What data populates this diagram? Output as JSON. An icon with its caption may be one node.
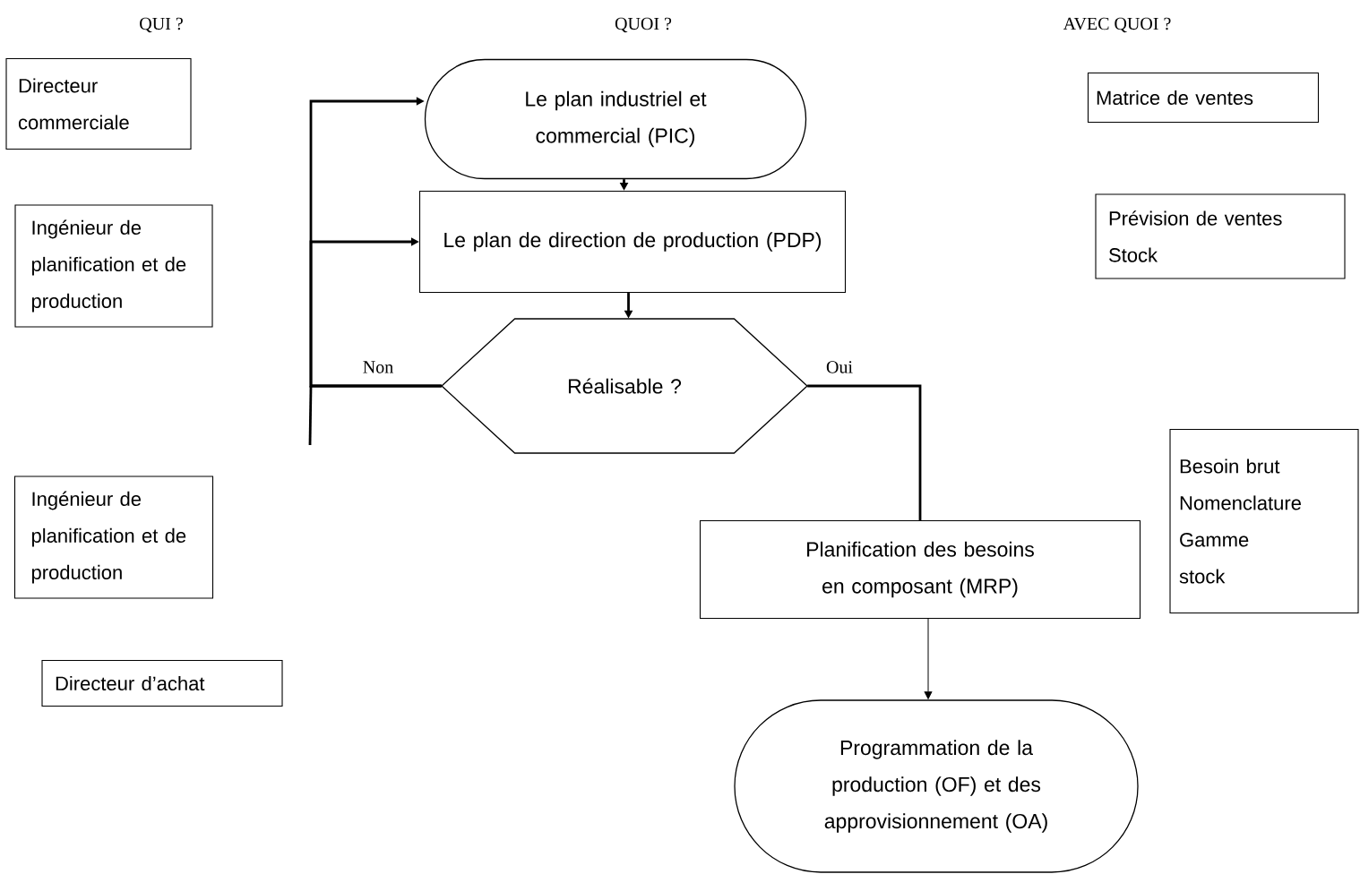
{
  "diagram": {
    "nodes": [
      {
        "text": [
          "Le plan industriel et commercial (PIC)"
        ]
      },
      {
        "text": [
          "Le plan de direction de production (PDP)"
        ]
      },
      {
        "text": [
          "Réalisable ?"
        ]
      },
      {
        "text": [
          "Planification des besoins en composant (MRP)"
        ]
      },
      {
        "text": [
          "Programmation de la production (OF) et des approvisionnement (OA)"
        ]
      },
      {
        "text": [
          "Directeur commerciale"
        ]
      },
      {
        "text": [
          "Ingénieur de planification et de production"
        ]
      },
      {
        "text": [
          "Ingénieur de planification et de production"
        ]
      },
      {
        "text": [
          "Directeur d’achat"
        ]
      },
      {
        "text": [
          "Matrice de ventes"
        ]
      },
      {
        "text": [
          "Prévision de ventes",
          "Stock"
        ]
      },
      {
        "text": [
          "Besoin brut",
          "Nomenclature",
          "Gamme",
          "stock"
        ]
      }
    ],
    "edges": [
      {
        "from": 0,
        "to": 1,
        "arrow": "to"
      },
      {
        "from": 1,
        "to": 2,
        "arrow": "to"
      },
      {
        "from": 2,
        "to": 0,
        "arrow": "to",
        "label": "Non"
      },
      {
        "from": 2,
        "to": 1,
        "arrow": "to"
      },
      {
        "from": 2,
        "to": 3,
        "arrow": "none",
        "label": "Oui"
      },
      {
        "from": 3,
        "to": 4,
        "arrow": "to"
      }
    ],
    "labels": [
      "QUI ?",
      "QUOI ?",
      "AVEC QUOI ?"
    ]
  }
}
